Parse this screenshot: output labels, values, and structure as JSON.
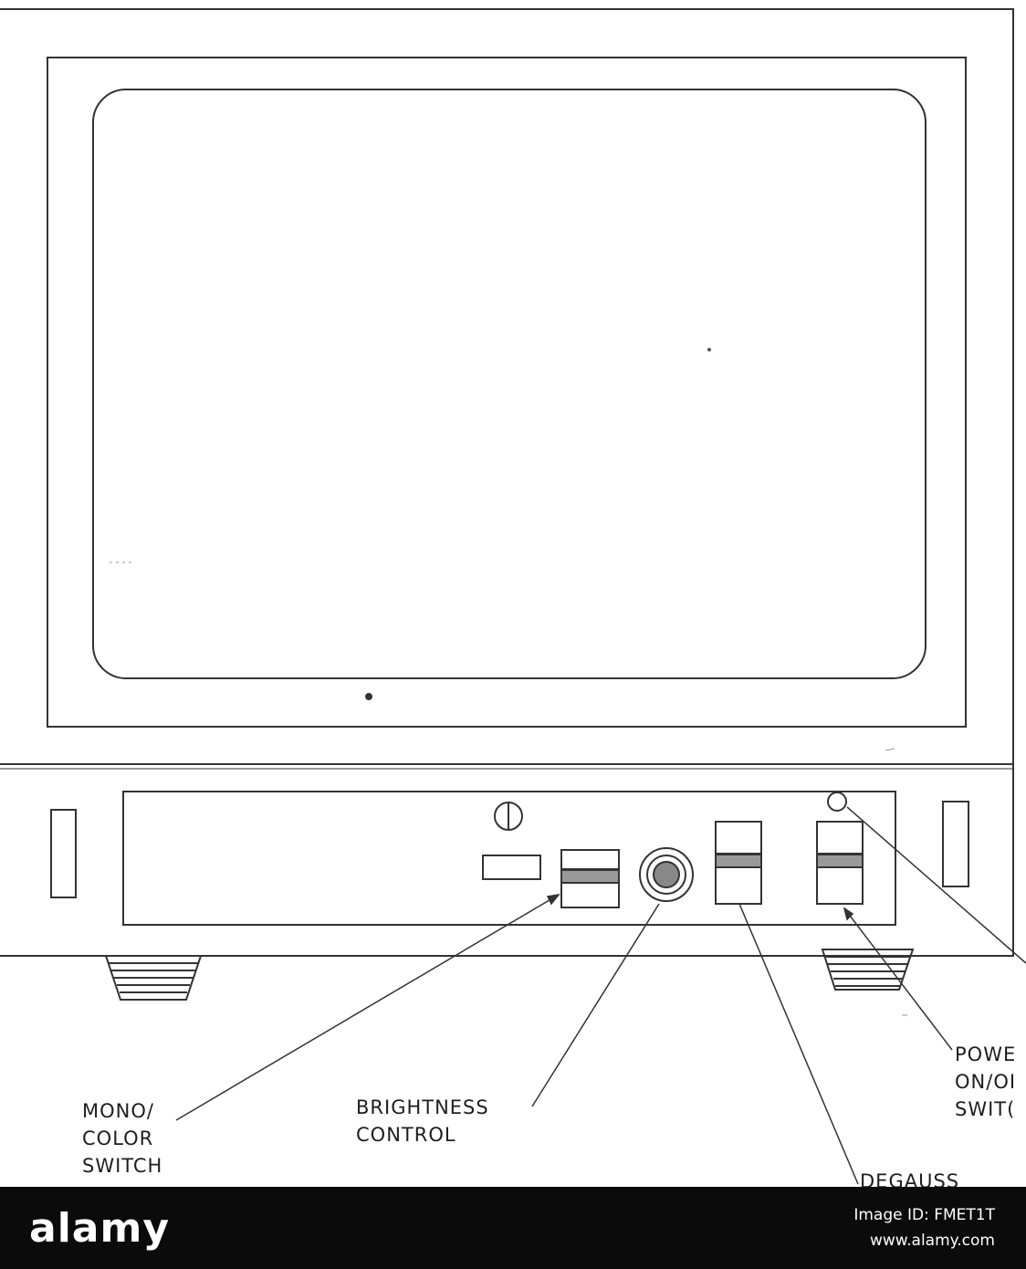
{
  "callouts": {
    "mono_color": [
      "MONO/",
      "COLOR",
      "SWITCH"
    ],
    "brightness": [
      "BRIGHTNESS",
      "CONTROL"
    ],
    "power": [
      "POWE",
      "ON/OI",
      "SWIT("
    ],
    "degauss": [
      "DEGAUSS"
    ]
  },
  "footer": {
    "logo": "alamy",
    "image_id": "Image ID: FMET1T",
    "site": "www.alamy.com"
  },
  "colors": {
    "ink": "#333333",
    "paper": "#ffffff",
    "banner": "#0b0b0b"
  },
  "icons": {
    "power_symbol": "power-symbol-icon",
    "indicator_lamp": "indicator-lamp-icon"
  }
}
